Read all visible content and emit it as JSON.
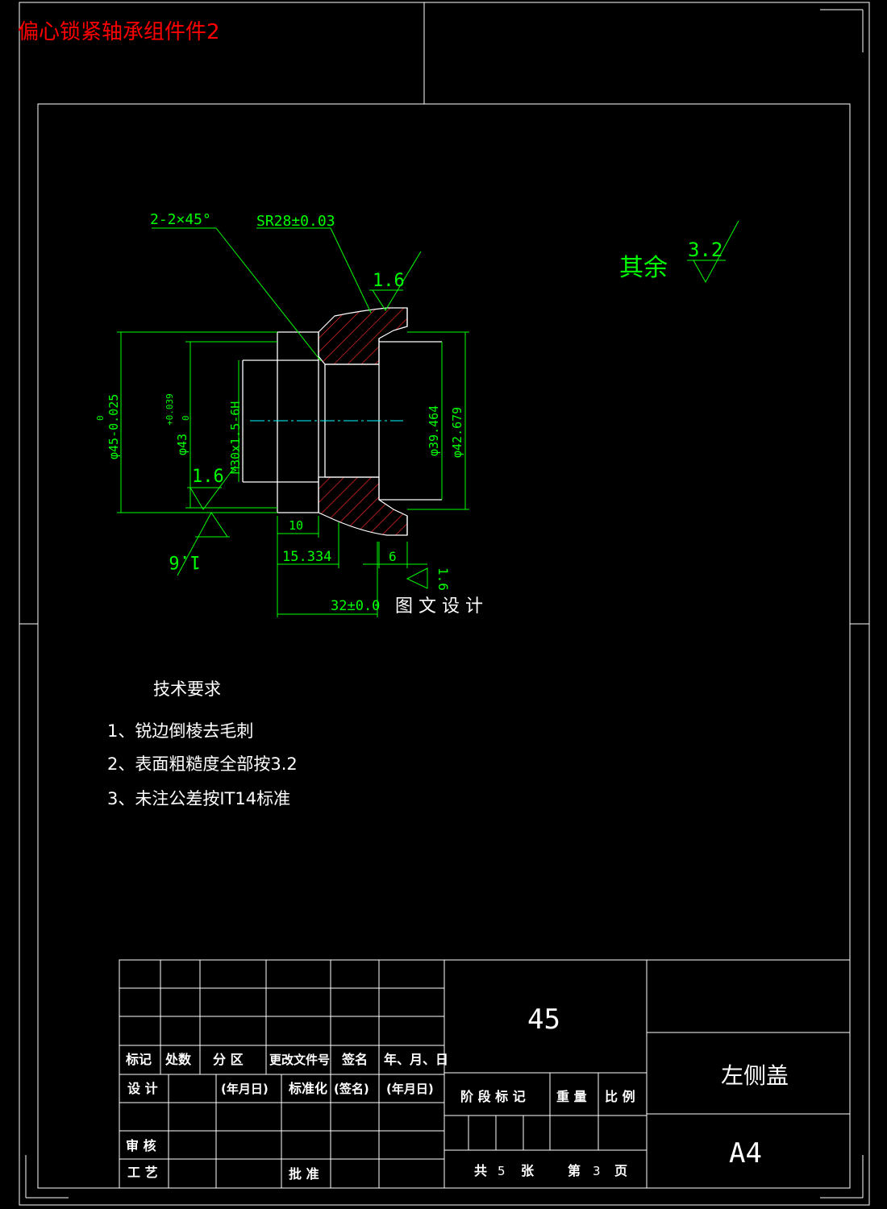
{
  "header": {
    "title": "偏心锁紧轴承组件件2"
  },
  "colors": {
    "background": "#000000",
    "line": "#ffffff",
    "dimension": "#00ff00",
    "title_red": "#ff0000",
    "hatch": "#ff2a2a"
  },
  "drawing": {
    "chamfer_note": "2-2×45°",
    "sphere_radius": "SR28±0.03",
    "roughness_top": "1.6",
    "roughness_left": "1.6",
    "roughness_bottom": "1.6",
    "roughness_right": "1.6",
    "dims": {
      "outer_dia": "φ45-0.025",
      "outer_dia_tol": "0",
      "bore_dia": "φ43",
      "bore_tol_upper": "+0.039",
      "bore_tol_lower": "0",
      "thread": "M30x1.5-6H",
      "d1": "φ39.464",
      "d2": "φ42.679",
      "len_10": "10",
      "len_15": "15.334",
      "len_6": "6",
      "len_32": "32±0.0"
    },
    "watermark": "图 文 设 计",
    "other_roughness_label": "其余",
    "other_roughness_value": "3.2"
  },
  "tech": {
    "title": "技术要求",
    "items": [
      "1、锐边倒棱去毛刺",
      "2、表面粗糙度全部按3.2",
      "3、未注公差按IT14标准"
    ]
  },
  "titleblock": {
    "h_mark": "标记",
    "h_count": "处数",
    "h_zone": "分 区",
    "h_docno": "更改文件号",
    "h_sign": "签名",
    "h_date": "年、月、日",
    "design": "设 计",
    "date1": "(年月日)",
    "standard": "标准化",
    "sign2": "(签名)",
    "date2": "(年月日)",
    "review": "审 核",
    "process": "工 艺",
    "approve": "批 准",
    "material": "45",
    "part_name": "左侧盖",
    "size": "A4",
    "stage": "阶 段 标 记",
    "weight": "重 量",
    "scale": "比 例",
    "total_a": "共",
    "total_n": "5",
    "total_b": "张",
    "page_a": "第",
    "page_n": "3",
    "page_b": "页"
  }
}
